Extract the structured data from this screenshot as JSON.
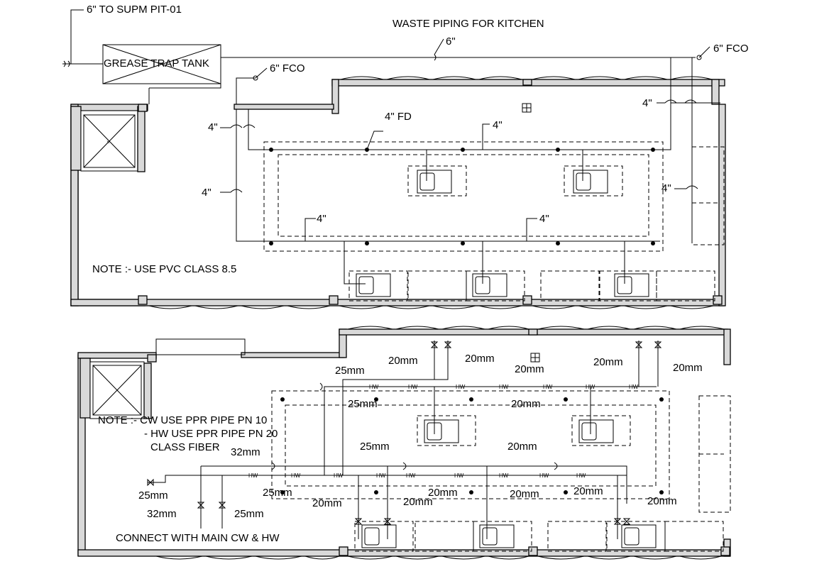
{
  "top_plan": {
    "title": "WASTE  PIPING FOR KITCHEN",
    "to_sump_label": "6\" TO SUPM PIT-01",
    "tank_label": "GREASE TRAP TANK",
    "fco_left": "6\" FCO",
    "fco_right": "6\" FCO",
    "main_pipe": "6\"",
    "fd_label": "4\" FD",
    "pipe_4in": "4\"",
    "note": "NOTE :-  USE PVC CLASS 8.5"
  },
  "bottom_plan": {
    "note_line1": "NOTE :- CW USE PPR PIPE PN 10",
    "note_line2": "- HW USE PPR PIPE PN 20",
    "note_line3": "CLASS FIBER",
    "connect_label": "CONNECT WITH MAIN CW & HW",
    "size_20": "20mm",
    "size_25": "25mm",
    "size_32": "32mm",
    "hw": "HW"
  }
}
